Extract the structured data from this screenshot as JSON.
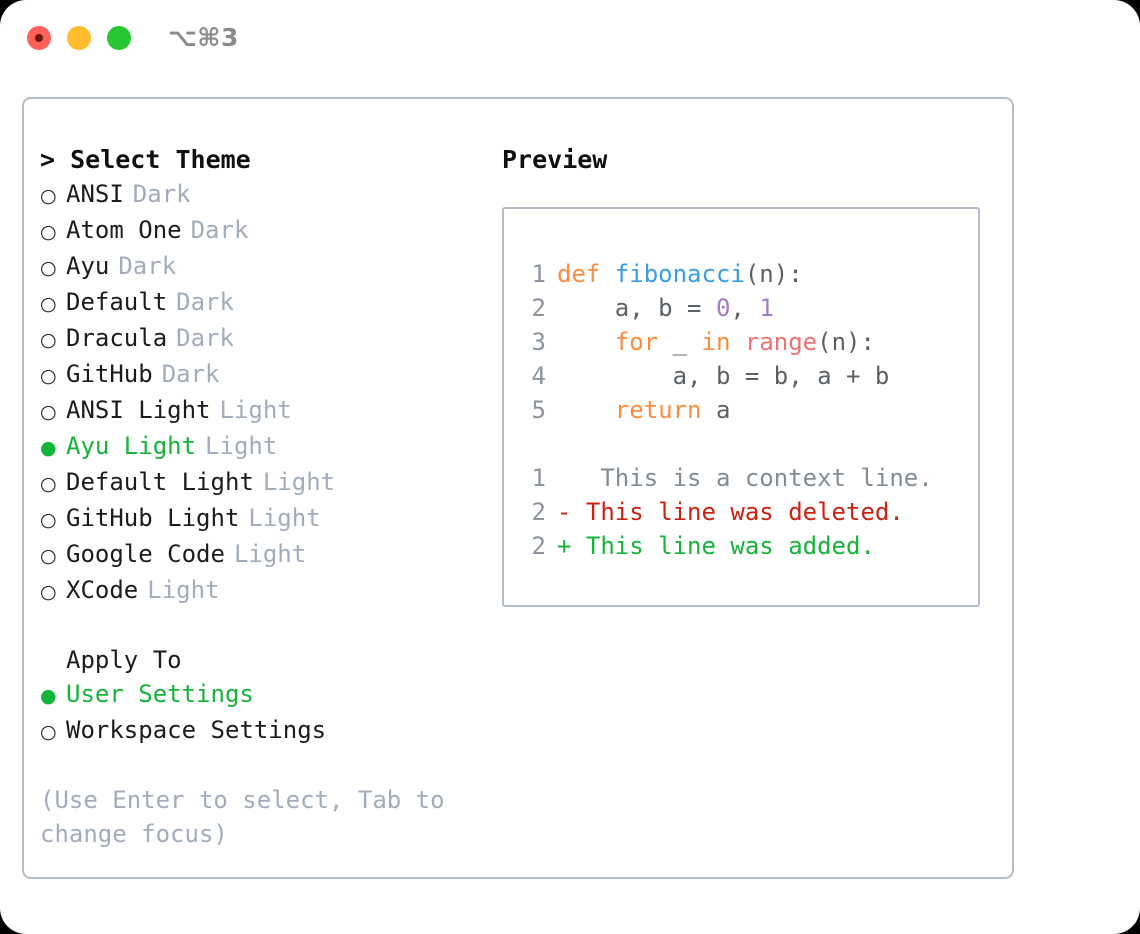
{
  "titlebar": {
    "shortcut": "⌥⌘3",
    "buttons": [
      "close",
      "minimize",
      "maximize"
    ]
  },
  "theme_picker": {
    "heading": "> Select Theme",
    "marker_selected": "●",
    "marker_unselected": "○",
    "accent_color": "#16b33a",
    "tag_color": "#a2acbb",
    "options": [
      {
        "label": "ANSI",
        "tag": "Dark",
        "selected": false
      },
      {
        "label": "Atom One",
        "tag": "Dark",
        "selected": false
      },
      {
        "label": "Ayu",
        "tag": "Dark",
        "selected": false
      },
      {
        "label": "Default",
        "tag": "Dark",
        "selected": false
      },
      {
        "label": "Dracula",
        "tag": "Dark",
        "selected": false
      },
      {
        "label": "GitHub",
        "tag": "Dark",
        "selected": false
      },
      {
        "label": "ANSI Light",
        "tag": "Light",
        "selected": false
      },
      {
        "label": "Ayu Light",
        "tag": "Light",
        "selected": true
      },
      {
        "label": "Default Light",
        "tag": "Light",
        "selected": false
      },
      {
        "label": "GitHub Light",
        "tag": "Light",
        "selected": false
      },
      {
        "label": "Google Code",
        "tag": "Light",
        "selected": false
      },
      {
        "label": "XCode",
        "tag": "Light",
        "selected": false
      }
    ]
  },
  "apply_to": {
    "heading": "Apply To",
    "options": [
      {
        "label": "User Settings",
        "selected": true
      },
      {
        "label": "Workspace Settings",
        "selected": false
      }
    ]
  },
  "hint": "(Use Enter to select, Tab to change focus)",
  "preview": {
    "title": "Preview",
    "code_lines": [
      {
        "no": "1",
        "tokens": [
          {
            "t": "def ",
            "c": "kw"
          },
          {
            "t": "fibonacci",
            "c": "fn"
          },
          {
            "t": "(n):",
            "c": "pln"
          }
        ]
      },
      {
        "no": "2",
        "tokens": [
          {
            "t": "    a, b = ",
            "c": "pln"
          },
          {
            "t": "0",
            "c": "num"
          },
          {
            "t": ", ",
            "c": "pln"
          },
          {
            "t": "1",
            "c": "num"
          }
        ]
      },
      {
        "no": "3",
        "tokens": [
          {
            "t": "    ",
            "c": "pln"
          },
          {
            "t": "for",
            "c": "kw"
          },
          {
            "t": " _ ",
            "c": "pln"
          },
          {
            "t": "in",
            "c": "kw"
          },
          {
            "t": " ",
            "c": "pln"
          },
          {
            "t": "range",
            "c": "call"
          },
          {
            "t": "(n):",
            "c": "pln"
          }
        ]
      },
      {
        "no": "4",
        "tokens": [
          {
            "t": "        a, b = b, a + b",
            "c": "pln"
          }
        ]
      },
      {
        "no": "5",
        "tokens": [
          {
            "t": "    ",
            "c": "pln"
          },
          {
            "t": "return",
            "c": "kw"
          },
          {
            "t": " a",
            "c": "pln"
          }
        ]
      }
    ],
    "diff_lines": [
      {
        "no": "1",
        "marker": " ",
        "text": "  This is a context line.",
        "kind": "ctx"
      },
      {
        "no": "2",
        "marker": "-",
        "text": " This line was deleted.",
        "kind": "del"
      },
      {
        "no": "2",
        "marker": "+",
        "text": " This line was added.",
        "kind": "add"
      }
    ],
    "syntax_colors": {
      "keyword": "#fa8d3e",
      "function": "#399ee6",
      "number": "#a37acc",
      "call": "#f07171",
      "plain": "#5c6166",
      "lineno": "#8b949e",
      "diff_context": "#828c94",
      "diff_deleted": "#cc2211",
      "diff_added": "#16b33a"
    }
  }
}
